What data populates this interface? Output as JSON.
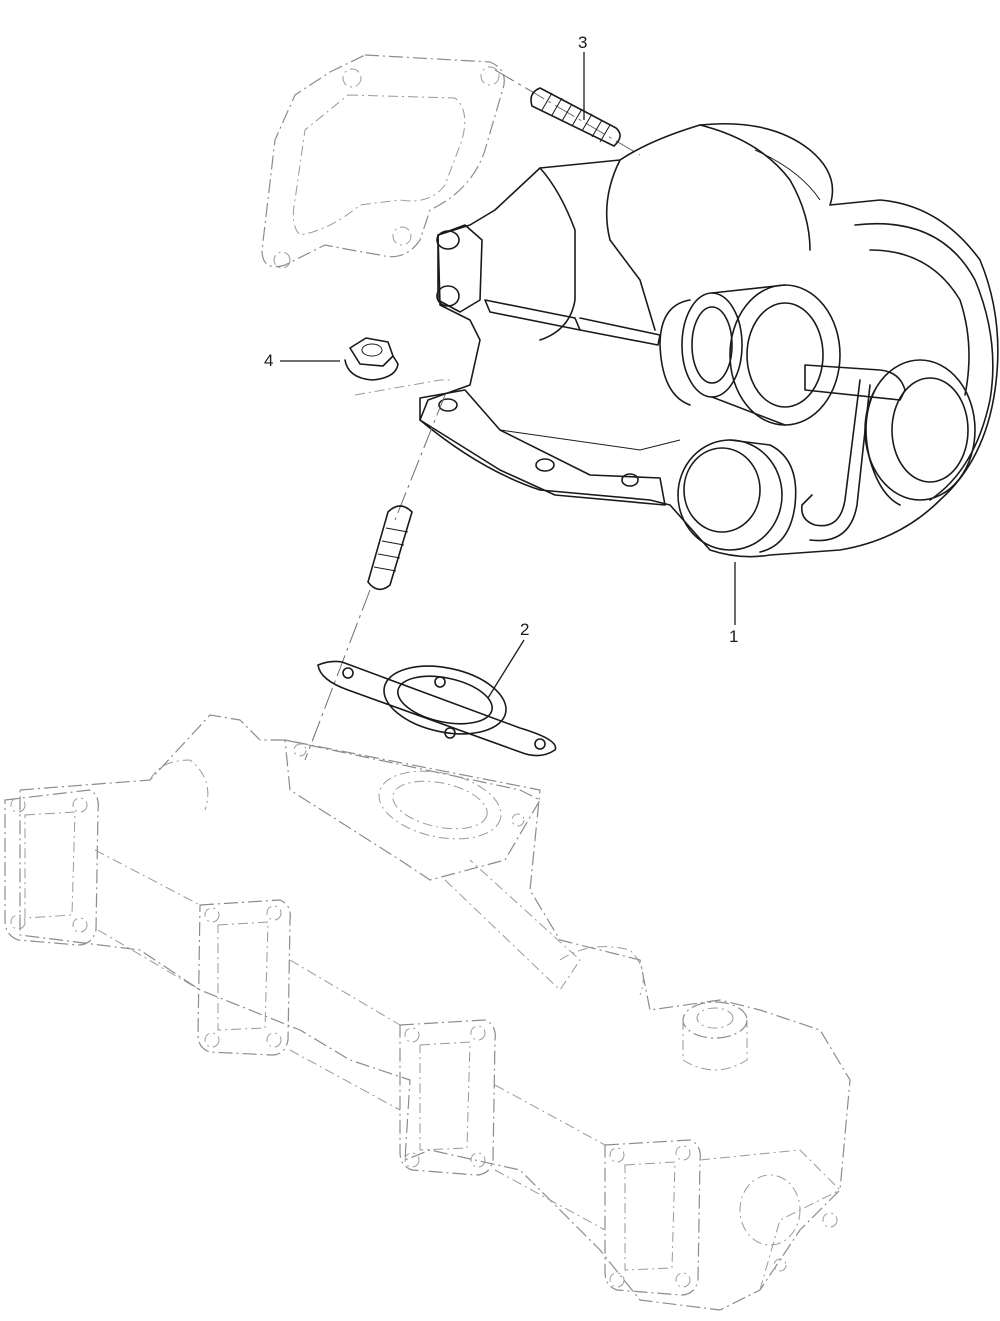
{
  "diagram": {
    "callouts": [
      {
        "id": "1",
        "label": "1",
        "part": "turbocharger"
      },
      {
        "id": "2",
        "label": "2",
        "part": "gasket"
      },
      {
        "id": "3",
        "label": "3",
        "part": "stud"
      },
      {
        "id": "4",
        "label": "4",
        "part": "nut"
      }
    ]
  },
  "colors": {
    "line": "#1a1a1a",
    "phantom": "#8c8c8c",
    "background": "#ffffff"
  }
}
